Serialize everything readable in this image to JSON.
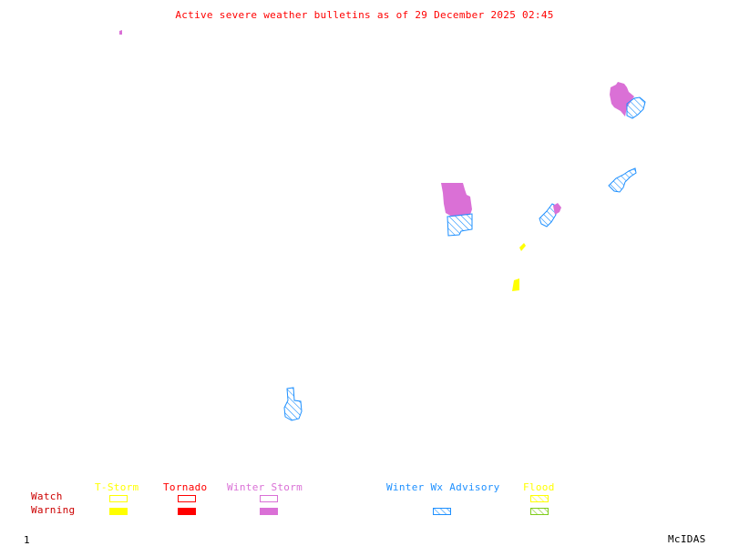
{
  "title": "Active severe weather bulletins as of 29 December 2025 02:45",
  "colors": {
    "title": "#ff0000",
    "tstorm": "#ffff00",
    "tornado": "#ff0000",
    "winter_storm": "#da70d6",
    "winter_wx_advisory": "#1e90ff",
    "flood_watch": "#ffff00",
    "flood_warning": "#7fcc19",
    "row_label": "#cc0000"
  },
  "legend": {
    "rows": {
      "watch": "Watch",
      "warning": "Warning"
    },
    "categories": [
      {
        "key": "tstorm",
        "label": "T-Storm",
        "watch": "outline",
        "warning": "filled"
      },
      {
        "key": "tornado",
        "label": "Tornado",
        "watch": "outline",
        "warning": "filled"
      },
      {
        "key": "winter_storm",
        "label": "Winter Storm",
        "watch": "outline",
        "warning": "filled"
      },
      {
        "key": "winter_wx_advisory",
        "label": "Winter Wx Advisory",
        "watch": "none",
        "warning": "hatched"
      },
      {
        "key": "flood",
        "label": "Flood",
        "watch": "hatched",
        "warning": "hatched"
      }
    ]
  },
  "map_features": [
    {
      "type": "winter_storm_warning",
      "region": "far northwest"
    },
    {
      "type": "winter_storm_warning",
      "region": "northeast"
    },
    {
      "type": "winter_wx_advisory",
      "region": "northeast"
    },
    {
      "type": "winter_wx_advisory",
      "region": "east"
    },
    {
      "type": "winter_storm_warning",
      "region": "central"
    },
    {
      "type": "winter_wx_advisory",
      "region": "central"
    },
    {
      "type": "winter_wx_advisory",
      "region": "east-central"
    },
    {
      "type": "winter_storm_warning",
      "region": "east-central"
    },
    {
      "type": "tstorm_warning",
      "region": "south-central"
    },
    {
      "type": "tstorm_warning",
      "region": "south-central"
    },
    {
      "type": "winter_wx_advisory",
      "region": "southwest"
    }
  ],
  "footer": {
    "frame": "1",
    "brand": "McIDAS"
  }
}
